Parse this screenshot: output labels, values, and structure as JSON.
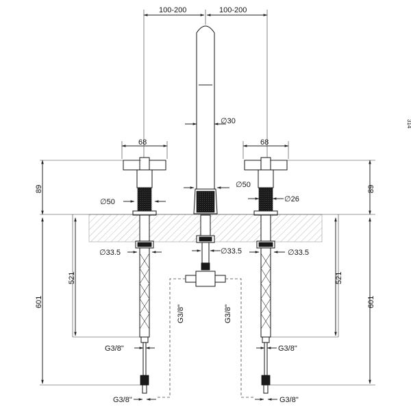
{
  "dimensions": {
    "spread_left": "100-200",
    "spread_right": "100-200",
    "spout_diameter": "∅30",
    "handle_width_left": "68",
    "handle_width_right": "68",
    "handle_height_left": "89",
    "handle_height_right": "89",
    "spout_base_diameter": "∅50",
    "left_base_diameter": "∅50",
    "right_knurl_diameter": "∅26",
    "left_nut_diameter": "∅33.5",
    "center_nut_diameter": "∅33.5",
    "right_nut_diameter": "∅33.5",
    "left_hose_length": "521",
    "right_hose_length": "521",
    "left_total_length": "601",
    "right_total_length": "601",
    "left_hose_thread": "G3/8\"",
    "center_thread_left": "G3/8\"",
    "center_thread_right": "G3/8\"",
    "right_hose_thread": "G3/8\"",
    "bottom_thread_left": "G3/8\"",
    "bottom_thread_right": "G3/8\"",
    "edge_label": "314"
  }
}
